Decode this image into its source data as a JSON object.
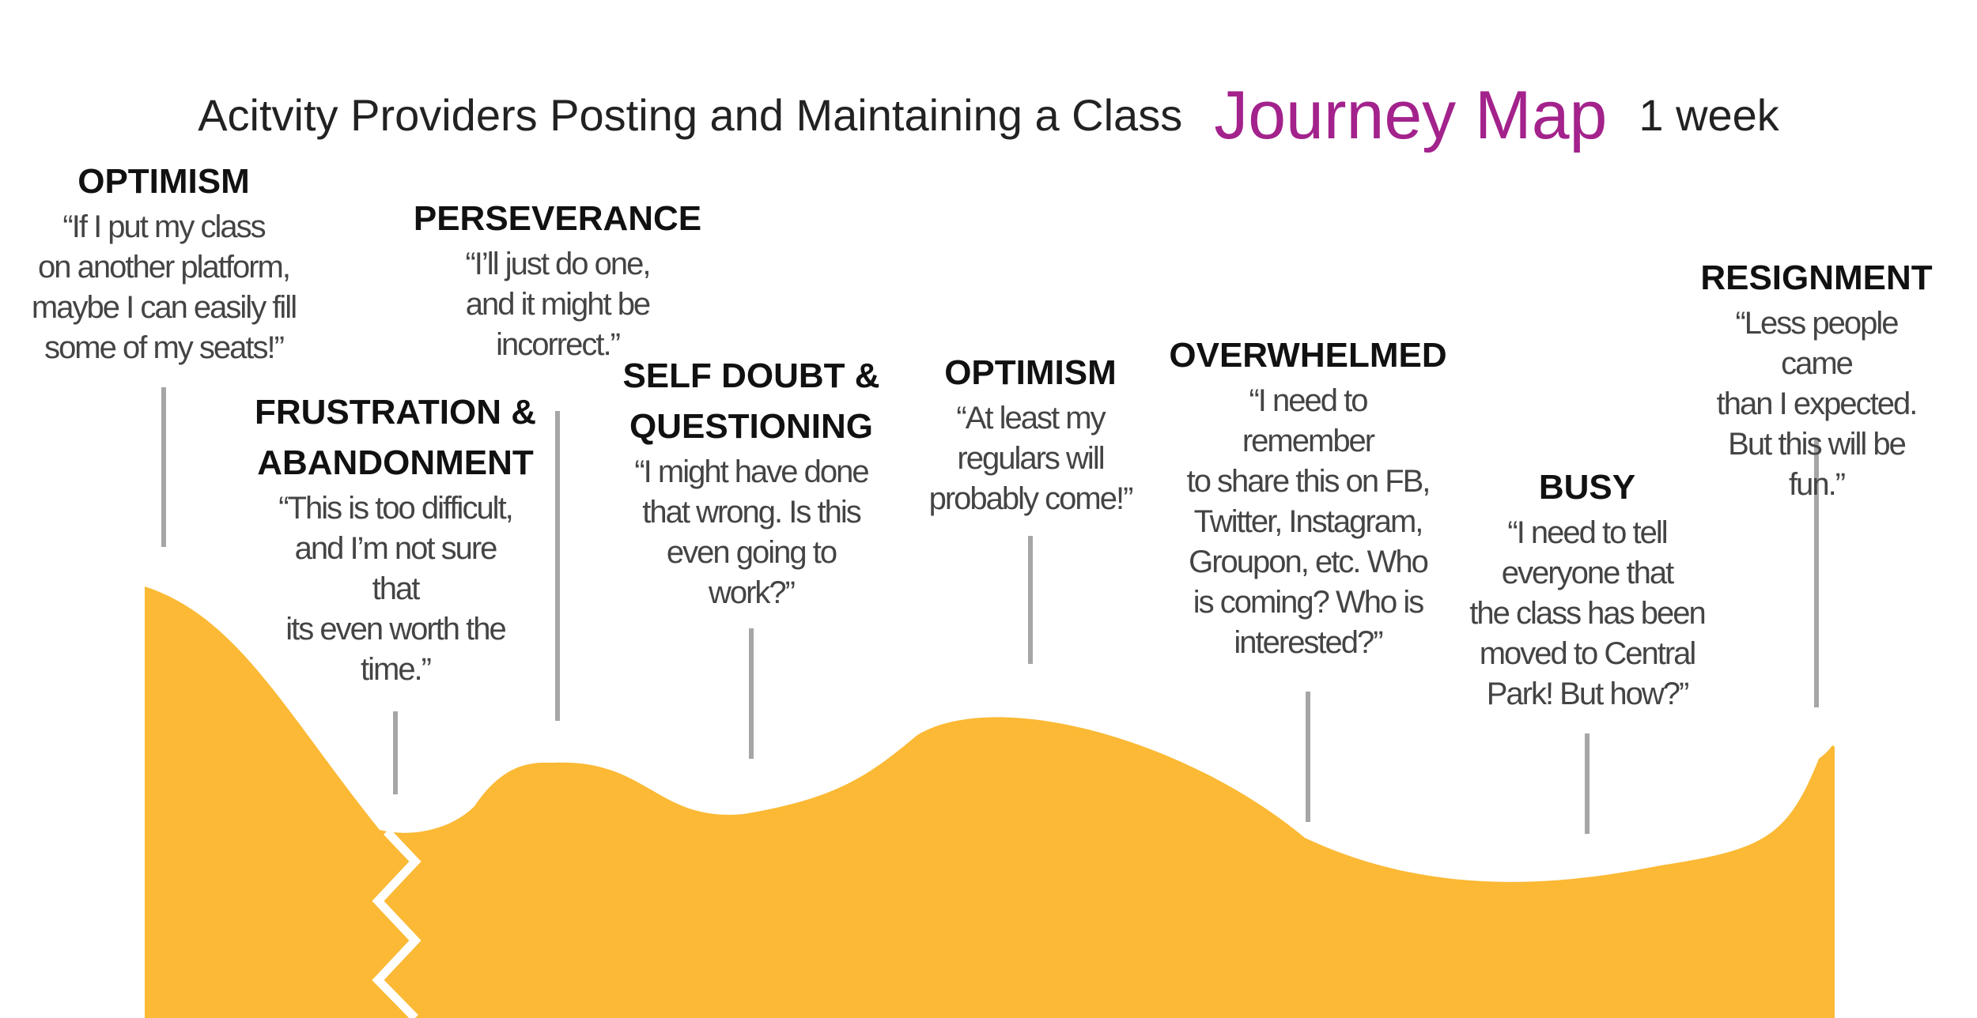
{
  "title": {
    "main": "Acitvity Providers Posting and Maintaining a Class",
    "accent": "Journey Map",
    "duration": "1 week"
  },
  "colors": {
    "curve_fill": "#fbb935",
    "accent": "#a3228c",
    "connector": "#a6a6a6",
    "break_line": "#ffffff"
  },
  "stages": [
    {
      "heading": "OPTIMISM",
      "quote": "“If I put my class\non another platform,\nmaybe I can easily fill\nsome of my seats!”"
    },
    {
      "heading": "FRUSTRATION &\nABANDONMENT",
      "quote": "“This is too difficult,\nand I’m not sure\nthat\nits even worth the\ntime.”"
    },
    {
      "heading": "PERSEVERANCE",
      "quote": "“I’ll just do one,\nand it might be\nincorrect.”"
    },
    {
      "heading": "SELF DOUBT &\nQUESTIONING",
      "quote": "“I might have done\nthat wrong. Is this\neven going to\nwork?”"
    },
    {
      "heading": "OPTIMISM",
      "quote": "“At least my\nregulars will\nprobably come!”"
    },
    {
      "heading": "OVERWHELMED",
      "quote": "“I need to\nremember\nto share this on FB,\nTwitter, Instagram,\nGroupon, etc. Who\nis coming? Who is\ninterested?”"
    },
    {
      "heading": "BUSY",
      "quote": "“I need to tell\neveryone that\nthe class has been\nmoved to Central\nPark! But how?”"
    },
    {
      "heading": "RESIGNMENT",
      "quote": "“Less people came\nthan I expected.\nBut this will be fun.”"
    }
  ]
}
